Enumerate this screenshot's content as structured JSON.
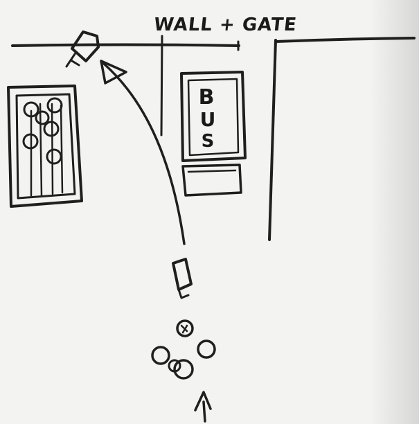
{
  "sketch": {
    "wall_label": "WALL + GATE",
    "bus_letters": [
      "B",
      "U",
      "S"
    ]
  }
}
